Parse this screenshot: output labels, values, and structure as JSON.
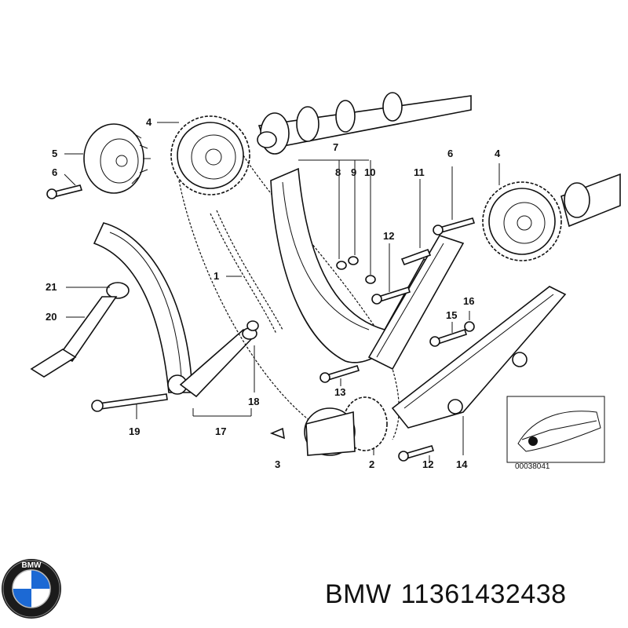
{
  "diagram": {
    "callouts": [
      "1",
      "2",
      "3",
      "4",
      "4",
      "5",
      "6",
      "6",
      "7",
      "8",
      "9",
      "10",
      "11",
      "12",
      "12",
      "13",
      "14",
      "15",
      "16",
      "17",
      "18",
      "19",
      "20",
      "21"
    ],
    "inset_code": "00038041"
  },
  "logo": {
    "brand_letters": "BMW",
    "colors": [
      "#1c69d4",
      "#ffffff",
      "#000000"
    ]
  },
  "caption": {
    "brand": "BMW",
    "part_number": "11361432438"
  }
}
